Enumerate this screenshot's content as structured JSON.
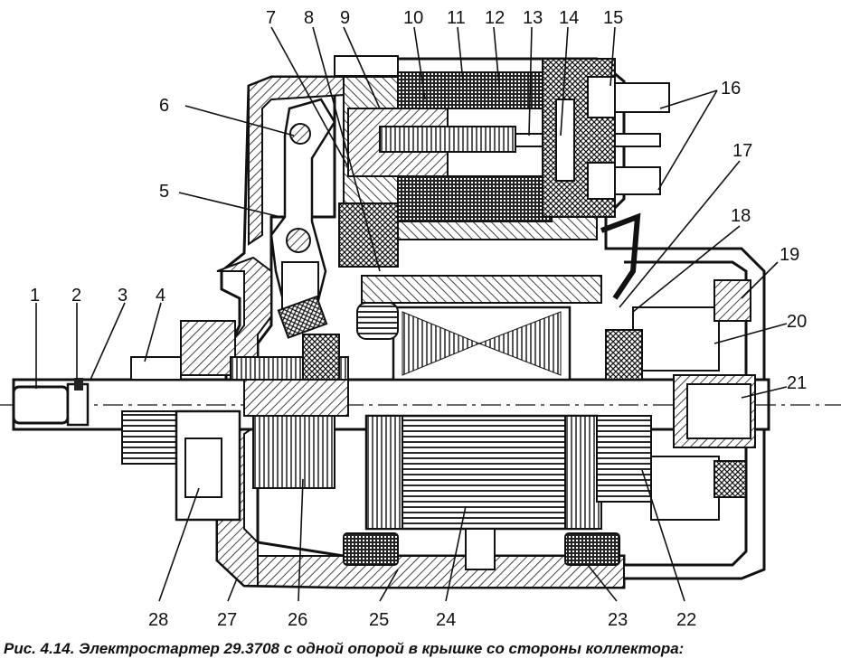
{
  "figure": {
    "caption": "Рис. 4.14. Электростартер 29.3708 с одной опорой в крышке со стороны коллектора:",
    "callouts": [
      "1",
      "2",
      "3",
      "4",
      "5",
      "6",
      "7",
      "8",
      "9",
      "10",
      "11",
      "12",
      "13",
      "14",
      "15",
      "16",
      "17",
      "18",
      "19",
      "20",
      "21",
      "22",
      "23",
      "24",
      "25",
      "26",
      "27",
      "28"
    ]
  }
}
